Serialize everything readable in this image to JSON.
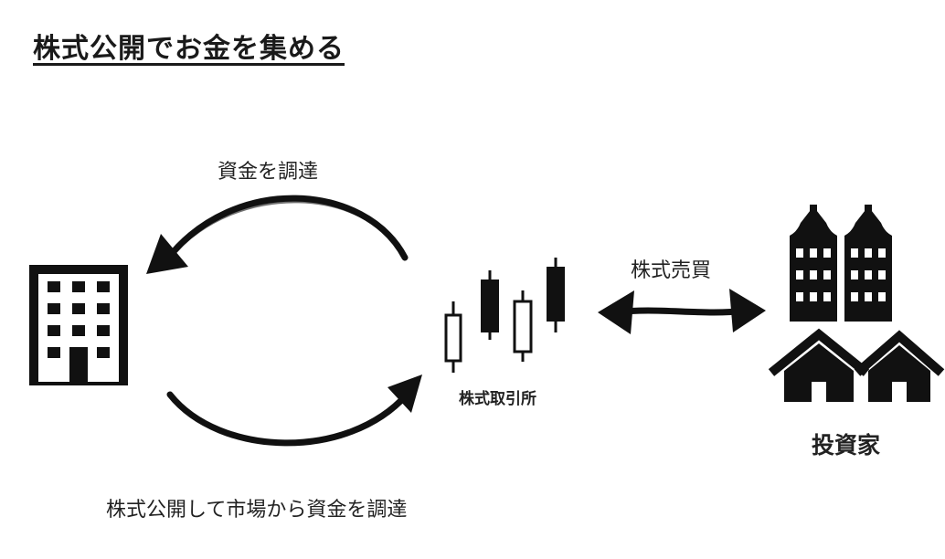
{
  "title": "株式公開でお金を集める",
  "labels": {
    "top_arrow": "資金を調達",
    "bottom_arrow": "株式公開して市場から資金を調達",
    "trade_arrow": "株式売買",
    "exchange": "株式取引所",
    "investor": "投資家"
  },
  "icons": {
    "company": "office-building-icon",
    "exchange": "candlestick-chart-icon",
    "investor_buildings": "apartment-buildings-icon",
    "investor_houses": "house-icon"
  },
  "colors": {
    "ink": "#111111",
    "background": "#ffffff"
  }
}
